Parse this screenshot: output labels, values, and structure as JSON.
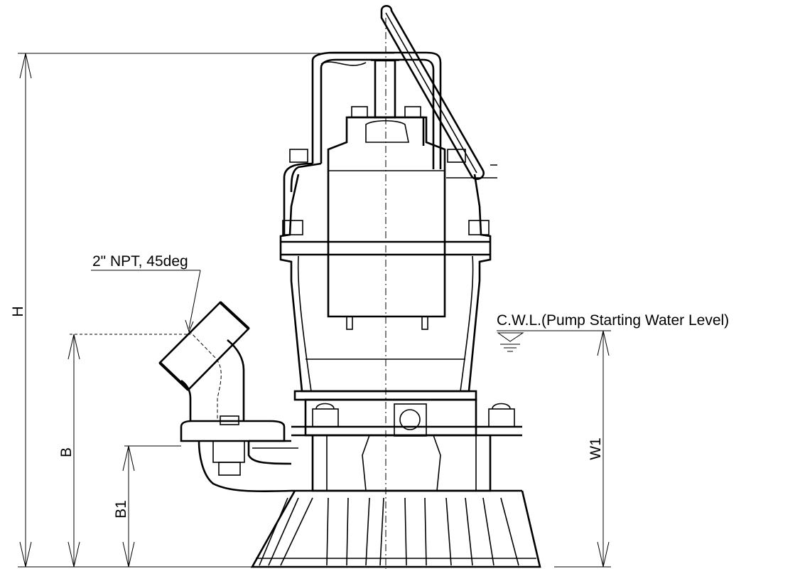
{
  "labels": {
    "outlet_spec": "2\" NPT, 45deg",
    "cwl": "C.W.L.(Pump Starting Water Level)",
    "dim_h": "H",
    "dim_b": "B",
    "dim_b1": "B1",
    "dim_w1": "W1"
  }
}
